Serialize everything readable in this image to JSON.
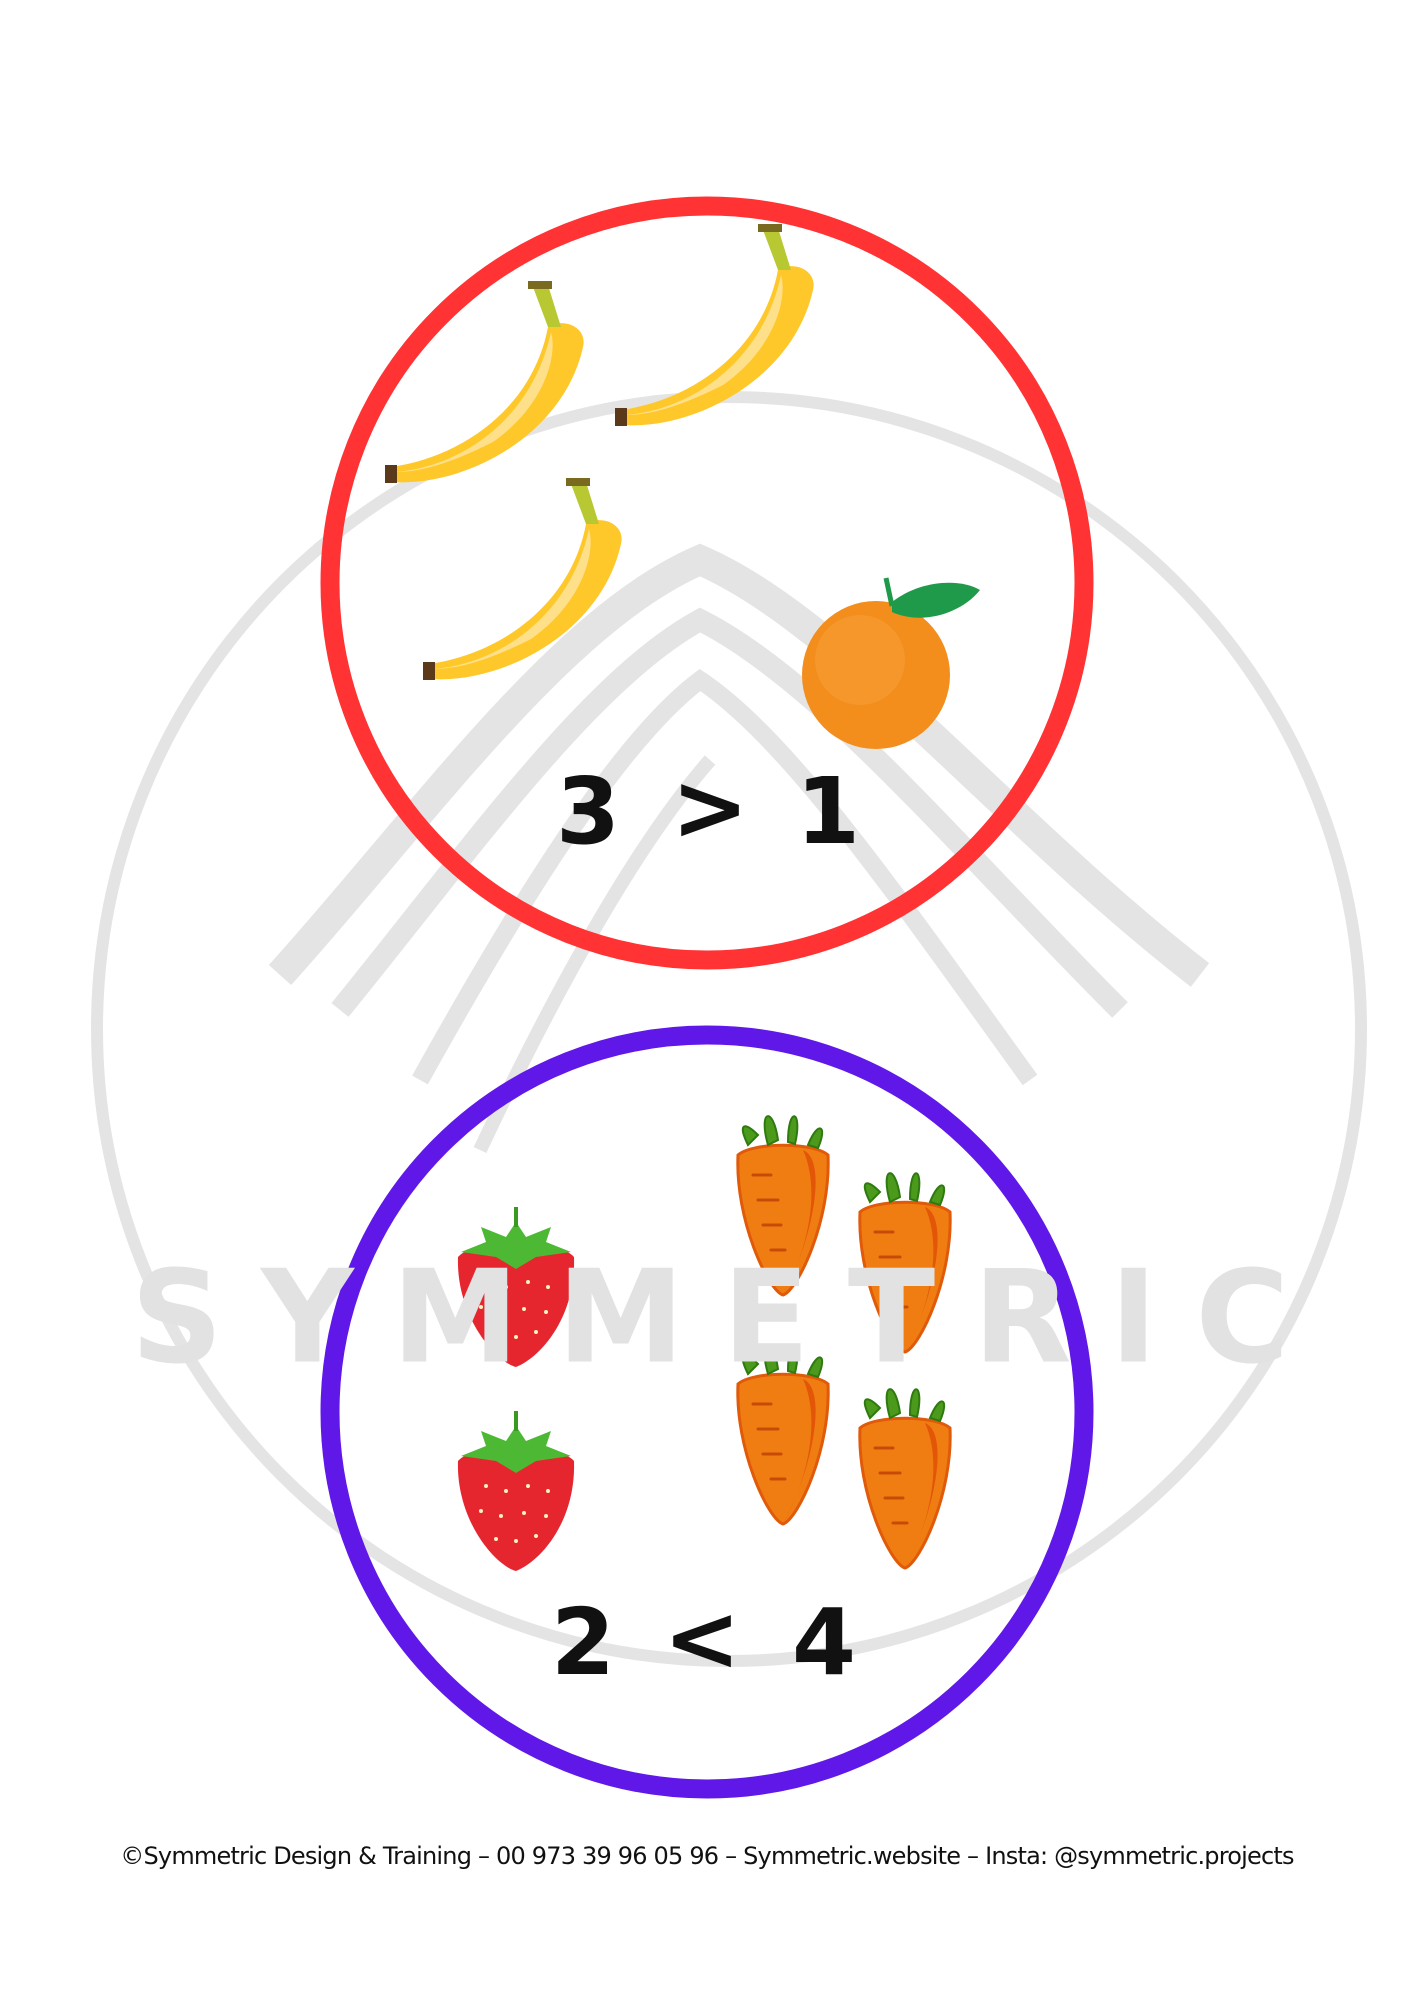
{
  "watermark": {
    "text": "SYMMETRIC"
  },
  "comparison_top": {
    "left": "3",
    "operator": ">",
    "right": "1",
    "left_item": "banana",
    "right_item": "orange",
    "color": "#ff3333"
  },
  "comparison_bottom": {
    "left": "2",
    "operator": "<",
    "right": "4",
    "left_item": "strawberry",
    "right_item": "carrot",
    "color": "#6018e8"
  },
  "footer": {
    "text": "©Symmetric Design & Training –  00 973 39 96 05 96 – Symmetric.website – Insta: @symmetric.projects"
  }
}
